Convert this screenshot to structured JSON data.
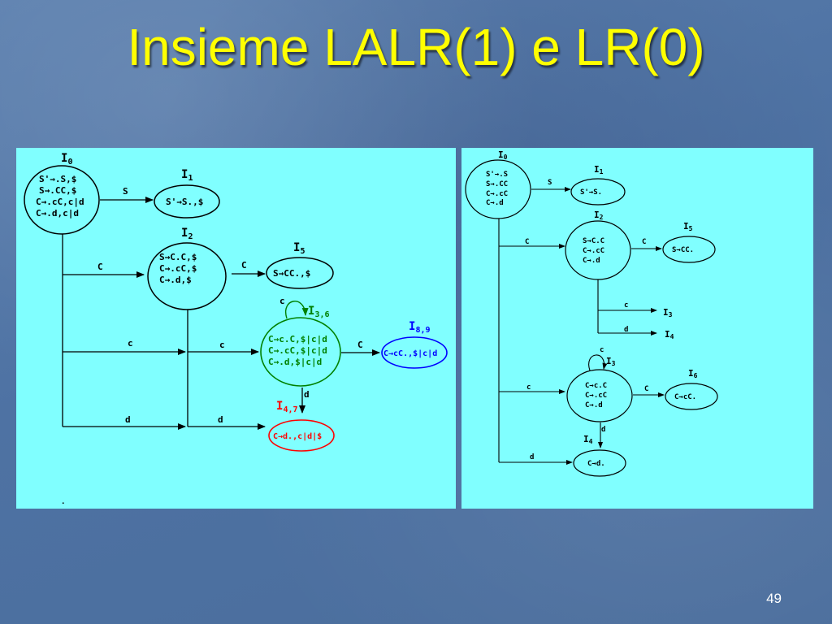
{
  "slide": {
    "title": "Insieme LALR(1) e LR(0)",
    "page_number": "49"
  },
  "left_diagram": {
    "states": {
      "i0": {
        "name": "I",
        "sub": "0",
        "items": [
          "S'→.S,$",
          "S→.CC,$",
          "C→.cC,c|d",
          "C→.d,c|d"
        ]
      },
      "i1": {
        "name": "I",
        "sub": "1",
        "items": [
          "S'→S.,$"
        ]
      },
      "i2": {
        "name": "I",
        "sub": "2",
        "items": [
          "S→C.C,$",
          "C→.cC,$",
          "C→.d,$"
        ]
      },
      "i5": {
        "name": "I",
        "sub": "5",
        "items": [
          "S→CC.,$"
        ]
      },
      "i36": {
        "name": "I",
        "sub": "3,6",
        "items": [
          "C→c.C,$|c|d",
          "C→.cC,$|c|d",
          "C→.d,$|c|d"
        ]
      },
      "i89": {
        "name": "I",
        "sub": "8,9",
        "items": [
          "C→cC.,$|c|d"
        ]
      },
      "i47": {
        "name": "I",
        "sub": "4,7",
        "items": [
          "C→d.,c|d|$"
        ]
      }
    },
    "edge_labels": {
      "s": "S",
      "c_i0_i2": "C",
      "c_i2_i5": "C",
      "c_i0_i36": "c",
      "c_i2_i36": "c",
      "c_i36_i89": "C",
      "c_i36_self": "c",
      "d_i36_i47": "d",
      "d_i0_i47": "d",
      "d_i2_i47": "d"
    },
    "dot": "."
  },
  "right_diagram": {
    "states": {
      "i0": {
        "name": "I",
        "sub": "0",
        "items": [
          "S'→.S",
          "S→.CC",
          "C→.cC",
          "C→.d"
        ]
      },
      "i1": {
        "name": "I",
        "sub": "1",
        "items": [
          "S'→S."
        ]
      },
      "i2": {
        "name": "I",
        "sub": "2",
        "items": [
          "S→C.C",
          "C→.cC",
          "C→.d"
        ]
      },
      "i5": {
        "name": "I",
        "sub": "5",
        "items": [
          "S→CC."
        ]
      },
      "i3": {
        "name": "I",
        "sub": "3",
        "items": [
          "C→c.C",
          "C→.cC",
          "C→.d"
        ]
      },
      "i6": {
        "name": "I",
        "sub": "6",
        "items": [
          "C→cC."
        ]
      },
      "i4": {
        "name": "I",
        "sub": "4",
        "items": [
          "C→d."
        ]
      }
    },
    "refs": {
      "i2_to_i3": {
        "name": "I",
        "sub": "3"
      },
      "i2_to_i4": {
        "name": "I",
        "sub": "4"
      }
    },
    "edge_labels": {
      "s": "S",
      "c_i0_i2": "C",
      "c_i2_i5": "C",
      "c_i2_i3": "c",
      "d_i2_i4": "d",
      "c_i0_i3": "c",
      "c_i3_self": "c",
      "c_i3_i6": "C",
      "d_i3_i4": "d",
      "d_i0_i4": "d"
    }
  },
  "colors": {
    "background": "#4e72a3",
    "title": "#ffff00",
    "panel": "#80ffff",
    "merged_36": "#008000",
    "merged_89": "#0000ff",
    "merged_47": "#ff0000",
    "ink": "#000000"
  }
}
